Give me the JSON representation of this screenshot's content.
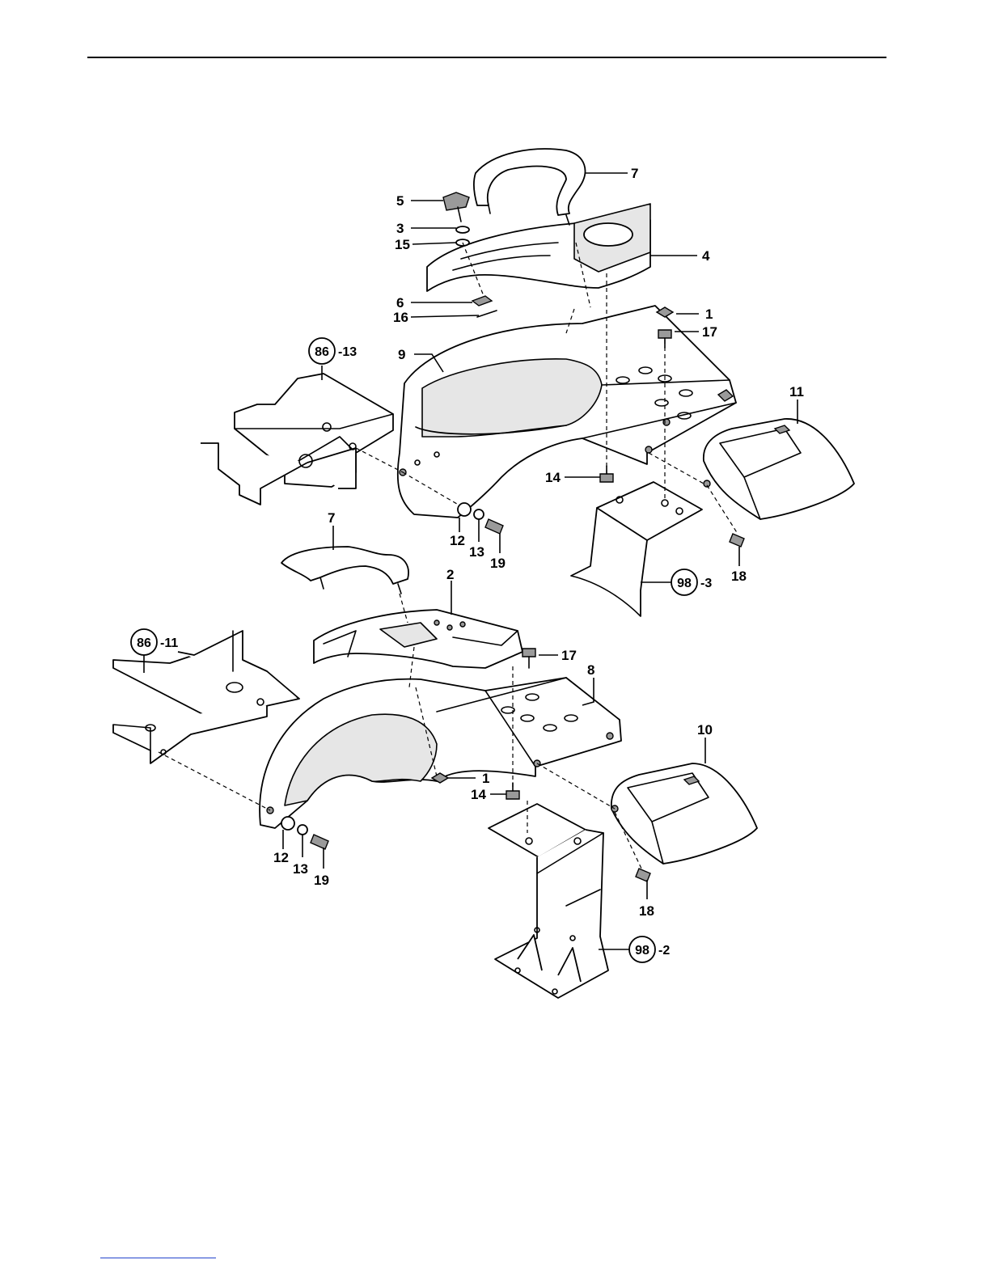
{
  "callouts": [
    {
      "id": "c7a",
      "label": "7"
    },
    {
      "id": "c5",
      "label": "5"
    },
    {
      "id": "c3",
      "label": "3"
    },
    {
      "id": "c15",
      "label": "15"
    },
    {
      "id": "c4",
      "label": "4"
    },
    {
      "id": "c6",
      "label": "6"
    },
    {
      "id": "c16",
      "label": "16"
    },
    {
      "id": "c1a",
      "label": "1"
    },
    {
      "id": "c17a",
      "label": "17"
    },
    {
      "id": "c9",
      "label": "9"
    },
    {
      "id": "c11",
      "label": "11"
    },
    {
      "id": "c14a",
      "label": "14"
    },
    {
      "id": "c12a",
      "label": "12"
    },
    {
      "id": "c13a",
      "label": "13"
    },
    {
      "id": "c19a",
      "label": "19"
    },
    {
      "id": "c18a",
      "label": "18"
    },
    {
      "id": "c7b",
      "label": "7"
    },
    {
      "id": "c2",
      "label": "2"
    },
    {
      "id": "c17b",
      "label": "17"
    },
    {
      "id": "c8",
      "label": "8"
    },
    {
      "id": "c10",
      "label": "10"
    },
    {
      "id": "c1b",
      "label": "1"
    },
    {
      "id": "c14b",
      "label": "14"
    },
    {
      "id": "c12b",
      "label": "12"
    },
    {
      "id": "c13b",
      "label": "13"
    },
    {
      "id": "c19b",
      "label": "19"
    },
    {
      "id": "c18b",
      "label": "18"
    }
  ],
  "references": [
    {
      "id": "r86a",
      "circle": "86",
      "suffix": "-13"
    },
    {
      "id": "r98a",
      "circle": "98",
      "suffix": "-3"
    },
    {
      "id": "r86b",
      "circle": "86",
      "suffix": "-11"
    },
    {
      "id": "r98b",
      "circle": "98",
      "suffix": "-2"
    }
  ]
}
